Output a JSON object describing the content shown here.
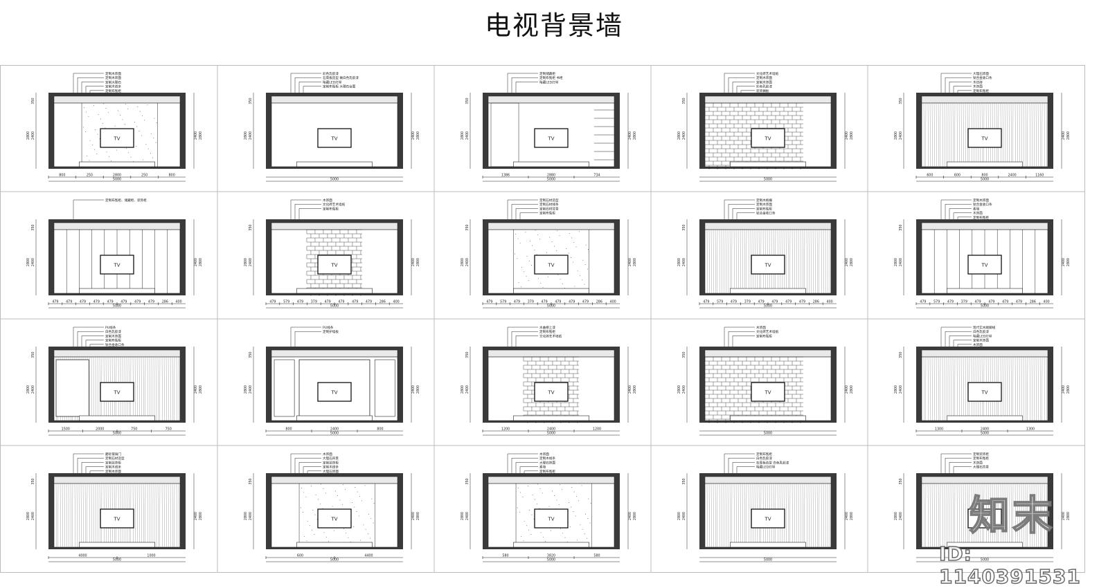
{
  "title": "电视背景墙",
  "tv_label": "TV",
  "dims": {
    "total": "5000",
    "left_h": [
      "350",
      "2400",
      "2800"
    ],
    "right_h": [
      "2400",
      "2800"
    ]
  },
  "panels": [
    {
      "notes": [
        "定制木饰面",
        "定制木饰面",
        "定制大理石",
        "定制木线条",
        "定制布冤柜"
      ],
      "dims": [
        "800",
        "250",
        "2800",
        "250",
        "800"
      ]
    },
    {
      "notes": [
        "彩色乳胶漆",
        "石膏板造型 做白色乳胶漆",
        "暗藏LED灯带",
        "定制布冤柜 大理石台面"
      ],
      "dims": []
    },
    {
      "notes": [
        "定制储藏柜",
        "定制布冤柜 书柜",
        "暗藏LED灯带"
      ],
      "dims": [
        "1386",
        "2880",
        "734"
      ]
    },
    {
      "notes": [
        "文化砖艺术墙纸",
        "定制木饰面",
        "定制木饰面",
        "彩色乳胶漆",
        "装饰搁板"
      ],
      "dims": []
    },
    {
      "notes": [
        "大理石饰面",
        "钛合金收口条",
        "木纹砖",
        "木饰面",
        "定制布冤柜"
      ],
      "dims": [
        "600",
        "600",
        "800",
        "2400",
        "1160"
      ]
    },
    {
      "notes": [
        "定制布冤柜、储藏柜、装饰柜"
      ],
      "dims": [
        "479",
        "479",
        "479",
        "479",
        "479",
        "479",
        "479",
        "479",
        "286",
        "400"
      ]
    },
    {
      "notes": [
        "木饰面",
        "文化砖艺术墙纸",
        "定制布冤柜"
      ],
      "dims": [
        "479",
        "579",
        "479",
        "379",
        "479",
        "479",
        "479",
        "479",
        "286",
        "400"
      ]
    },
    {
      "notes": [
        "定制石材造型",
        "定制石材线条",
        "定制石材背景",
        "定制布冤柜"
      ],
      "dims": [
        "479",
        "579",
        "479",
        "379",
        "479",
        "479",
        "479",
        "479",
        "286",
        "400"
      ]
    },
    {
      "notes": [
        "定制木格栅",
        "定制木饰面",
        "定制布冤柜",
        "钛合金收口条"
      ],
      "dims": [
        "479",
        "579",
        "479",
        "379",
        "479",
        "479",
        "479",
        "479",
        "286",
        "400"
      ]
    },
    {
      "notes": [
        "定制木饰面",
        "钛合金收口条",
        "素墙",
        "木饰面",
        "定制布冤柜"
      ],
      "dims": [
        "479",
        "579",
        "479",
        "379",
        "479",
        "479",
        "479",
        "479",
        "286",
        "400"
      ]
    },
    {
      "notes": [
        "PU线条",
        "白色乳胶漆",
        "定制木饰面",
        "定制布冤柜",
        "钛合金收口条"
      ],
      "dims": [
        "1500",
        "2000",
        "750",
        "750"
      ]
    },
    {
      "notes": [
        "PU线条",
        "定制护墙板"
      ],
      "dims": [
        "800",
        "2400",
        "800"
      ]
    },
    {
      "notes": [
        "水曲柳上漆",
        "定制布冤柜",
        "文化砖艺术墙纸"
      ],
      "dims": [
        "1200",
        "2400",
        "1200"
      ]
    },
    {
      "notes": [
        "木饰面",
        "文化砖艺术墙纸",
        "定制布冤柜"
      ],
      "dims": []
    },
    {
      "notes": [
        "现代实木踢脚线",
        "白色乳胶漆",
        "暗藏LED灯带",
        "定制木饰面",
        "木饰面"
      ],
      "dims": [
        "1300",
        "2400",
        "1300"
      ]
    },
    {
      "notes": [
        "磨砂玻璃门",
        "定制石材造型",
        "定制装饰柜",
        "定制木线条",
        "定制木饰面",
        "钛合金收口条"
      ],
      "dims": [
        "4000",
        "1000"
      ]
    },
    {
      "notes": [
        "木饰面",
        "大理石背景",
        "定制装饰柜",
        "定制木线条",
        "大理石饰面",
        "定制木格栅"
      ],
      "dims": [
        "600",
        "4400"
      ]
    },
    {
      "notes": [
        "木饰面",
        "定制木线条",
        "大理石饰面",
        "素墙",
        "定制布冤柜"
      ],
      "dims": [
        "580",
        "3820",
        "580"
      ]
    },
    {
      "notes": [
        "定制布冤柜",
        "白色乳胶漆",
        "石膏板造型 白色乳胶漆",
        "暗藏LED灯带"
      ],
      "dims": []
    },
    {
      "notes": [
        "定制装饰柜",
        "定制布冤柜",
        "木饰面",
        "大理石背景"
      ],
      "dims": []
    }
  ],
  "watermark": {
    "logo": "知末",
    "id": "ID: 1140391531"
  },
  "colors": {
    "frame": "#3a3a3a",
    "line": "#222222",
    "ceiling": "#e9e9e9",
    "grid": "#bbbbbb"
  }
}
